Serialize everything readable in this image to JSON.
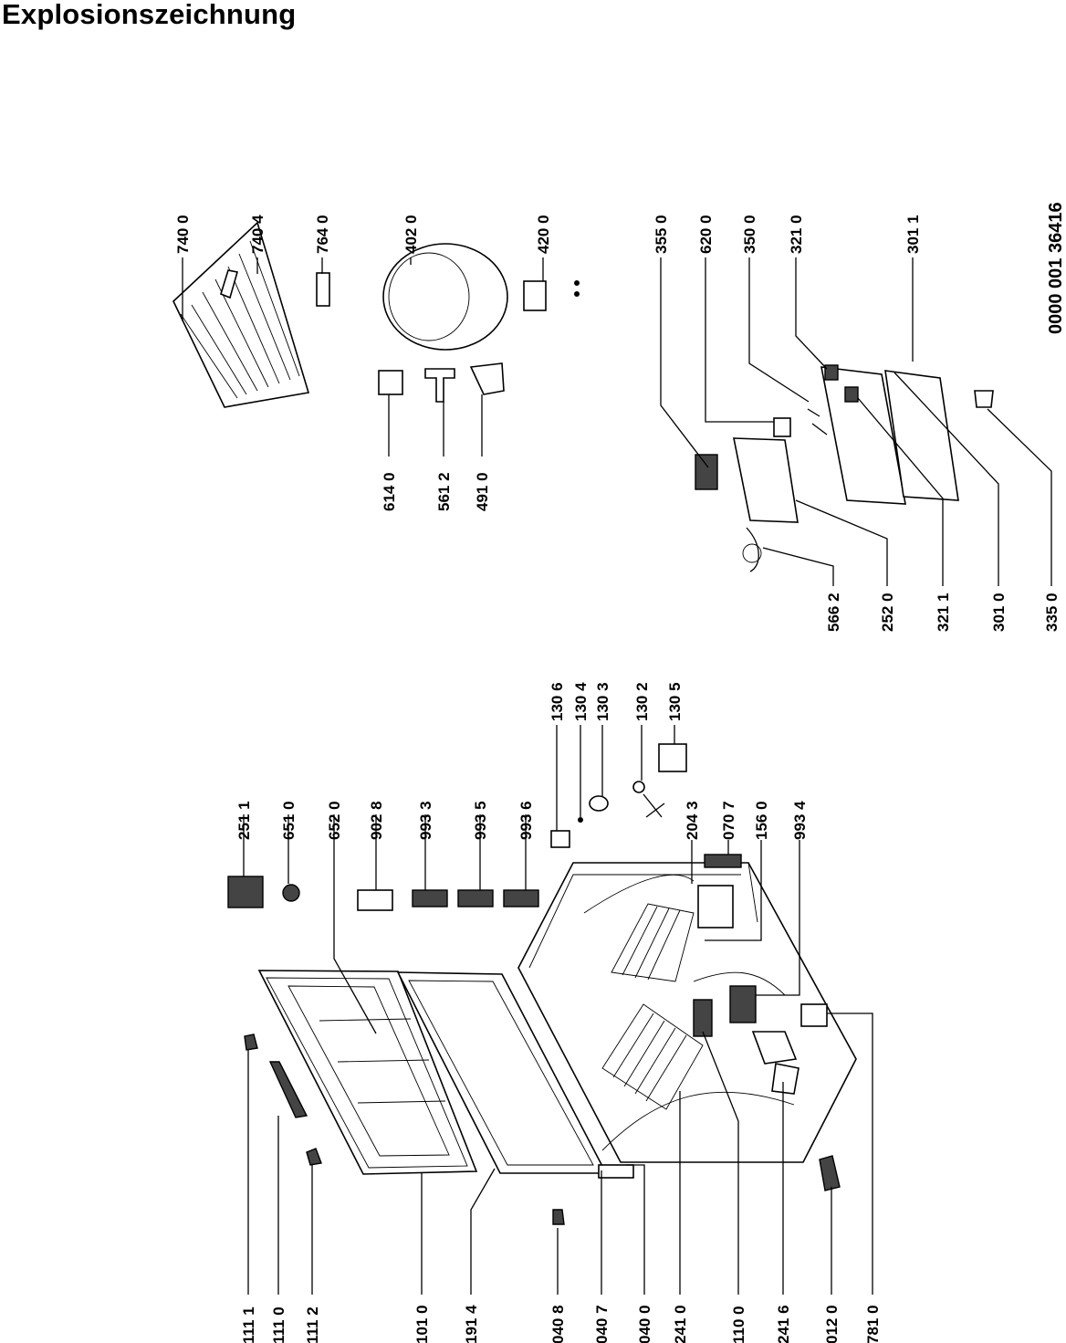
{
  "title": "Explosionszeichnung",
  "document_number": "0000 001 36416",
  "part_labels": [
    {
      "id": "p1111",
      "text": "111 1"
    },
    {
      "id": "p1110",
      "text": "111 0"
    },
    {
      "id": "p1112",
      "text": "111 2"
    },
    {
      "id": "p1010",
      "text": "101 0"
    },
    {
      "id": "p1914",
      "text": "191 4"
    },
    {
      "id": "p0408",
      "text": "040 8"
    },
    {
      "id": "p0407",
      "text": "040 7"
    },
    {
      "id": "p0400",
      "text": "040 0"
    },
    {
      "id": "p2410",
      "text": "241 0"
    },
    {
      "id": "p1100",
      "text": "110 0"
    },
    {
      "id": "p2416",
      "text": "241 6"
    },
    {
      "id": "p0120",
      "text": "012 0"
    },
    {
      "id": "p7810",
      "text": "781 0"
    },
    {
      "id": "p2511",
      "text": "251 1"
    },
    {
      "id": "p6510",
      "text": "651 0"
    },
    {
      "id": "p6520",
      "text": "652 0"
    },
    {
      "id": "p9028",
      "text": "902 8"
    },
    {
      "id": "p9933",
      "text": "993 3"
    },
    {
      "id": "p9935",
      "text": "993 5"
    },
    {
      "id": "p9936",
      "text": "993 6"
    },
    {
      "id": "p2043",
      "text": "204 3"
    },
    {
      "id": "p0707",
      "text": "070 7"
    },
    {
      "id": "p1560",
      "text": "156 0"
    },
    {
      "id": "p9934",
      "text": "993 4"
    },
    {
      "id": "p1306",
      "text": "130 6"
    },
    {
      "id": "p1304",
      "text": "130 4"
    },
    {
      "id": "p1303",
      "text": "130 3"
    },
    {
      "id": "p1302",
      "text": "130 2"
    },
    {
      "id": "p1305",
      "text": "130 5"
    },
    {
      "id": "p5662",
      "text": "566 2"
    },
    {
      "id": "p2520",
      "text": "252 0"
    },
    {
      "id": "p3211",
      "text": "321 1"
    },
    {
      "id": "p3010",
      "text": "301 0"
    },
    {
      "id": "p3350",
      "text": "335 0"
    },
    {
      "id": "p6140",
      "text": "614 0"
    },
    {
      "id": "p5612",
      "text": "561 2"
    },
    {
      "id": "p4910",
      "text": "491 0"
    },
    {
      "id": "p7400",
      "text": "740 0"
    },
    {
      "id": "p7404",
      "text": "740 4"
    },
    {
      "id": "p7640",
      "text": "764 0"
    },
    {
      "id": "p4020",
      "text": "402 0"
    },
    {
      "id": "p4200",
      "text": "420 0"
    },
    {
      "id": "p3550",
      "text": "355 0"
    },
    {
      "id": "p6200",
      "text": "620 0"
    },
    {
      "id": "p3500",
      "text": "350 0"
    },
    {
      "id": "p3210",
      "text": "321 0"
    },
    {
      "id": "p3011",
      "text": "301 1"
    }
  ]
}
